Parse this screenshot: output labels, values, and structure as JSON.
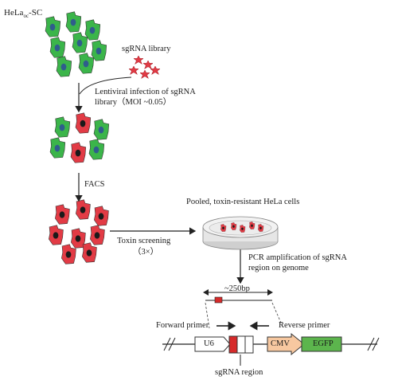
{
  "cell_line": {
    "base": "HeLa",
    "subscript": "oc",
    "suffix": "-SC"
  },
  "library_label": "sgRNA library",
  "infection_line1": "Lentiviral infection of sgRNA",
  "infection_line2": "library（MOI ~0.05）",
  "facs_label": "FACS",
  "toxin_label": "Toxin screening",
  "toxin_repeat": "（3×）",
  "pooled_label": "Pooled, toxin-resistant HeLa cells",
  "pcr_line1": "PCR amplification of sgRNA",
  "pcr_line2": "region on genome",
  "amplicon_label": "~250bp",
  "forward_primer_label": "Forward primer",
  "reverse_primer_label": "Reverse primer",
  "u6_label": "U6",
  "cmv_label": "CMV",
  "egfp_label": "EGFP",
  "sgrna_region_label": "sgRNA region",
  "colors": {
    "cell_green": "#3bb54a",
    "cell_green_nucleus": "#2f5d8c",
    "cell_red": "#e23b45",
    "cell_red_nucleus": "#1a1a1a",
    "virus_red": "#e23b45",
    "cmv_fill": "#f7c8a0",
    "egfp_fill": "#5cb54d",
    "sgrna_box": "#d62a2a"
  }
}
